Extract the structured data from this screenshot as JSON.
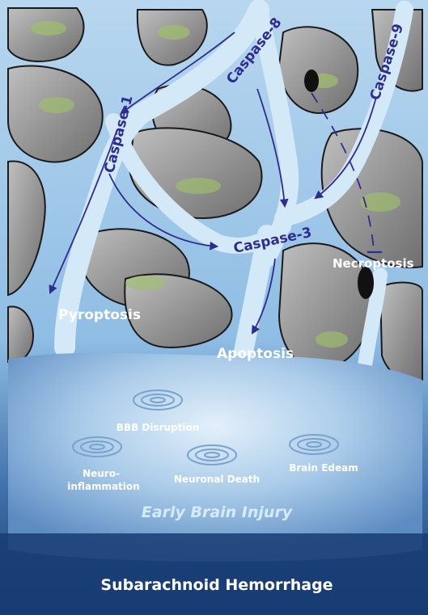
{
  "enzymes": {
    "caspase1": "Caspase-1",
    "caspase8": "Caspase-8",
    "caspase9": "Caspase-9",
    "caspase3": "Caspase-3"
  },
  "outcomes": {
    "pyroptosis": "Pyroptosis",
    "apoptosis": "Apoptosis",
    "necroptosis": "Necroptosis"
  },
  "effects": {
    "bbb": "BBB Disruption",
    "neuroinflammation_line1": "Neuro-",
    "neuroinflammation_line2": "inflammation",
    "neuronal_death": "Neuronal Death",
    "brain_edema": "Brain Edeam"
  },
  "pool_title": "Early Brain Injury",
  "footer_title": "Subarachnoid Hemorrhage",
  "colors": {
    "arrow": "#2e2c8f",
    "inhibit_line": "#2e2c8f",
    "vessel": "#cfe6f7",
    "pool": "#9cc3e4",
    "deep_blue": "#14356b"
  }
}
